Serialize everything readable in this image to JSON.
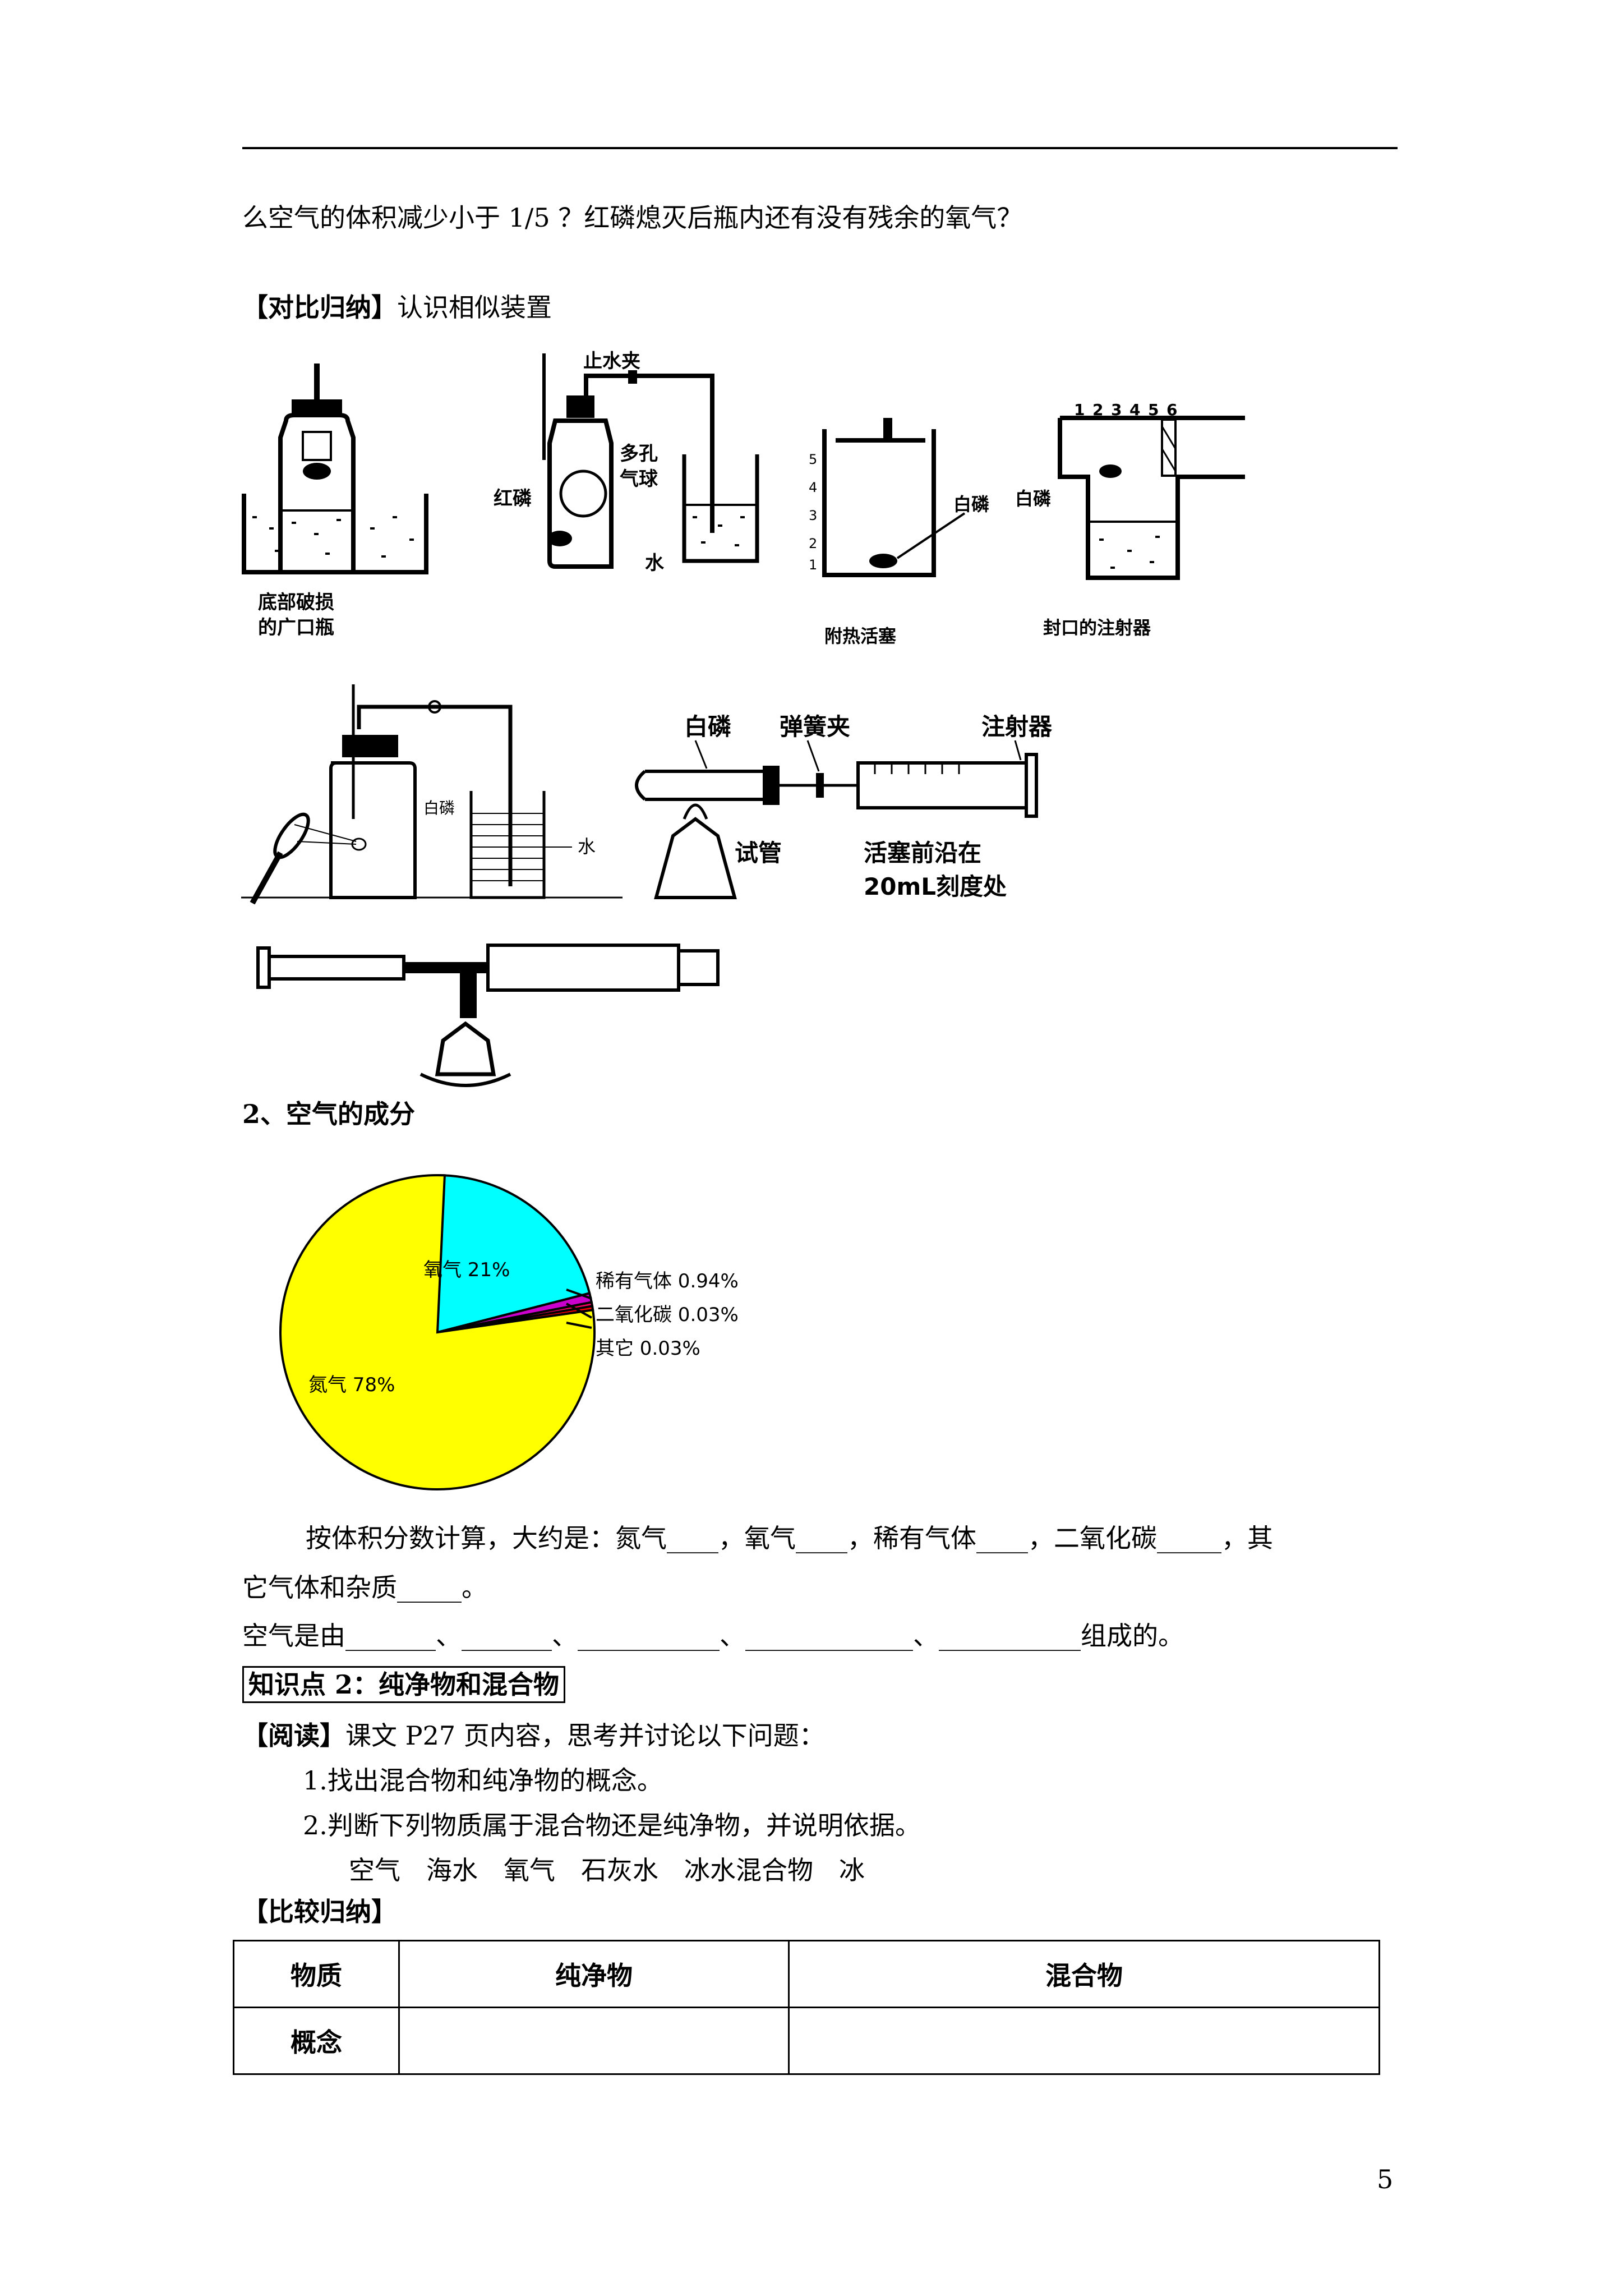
{
  "header_line": true,
  "intro_line": "么空气的体积减少小于 1/5 ？红磷熄灭后瓶内还有没有残余的氧气？",
  "compare_heading": {
    "bracket": "【对比归纳】",
    "text": "认识相似装置"
  },
  "figure_labels": {
    "fig1": "底部破损的广口瓶",
    "fig1_l1": "底部破损",
    "fig1_l2": "的广口瓶",
    "fig2_clamp": "止水夹",
    "fig2_red_p": "红磷",
    "fig2_porous": "多孔",
    "fig2_ball": "气球",
    "fig2_water": "水",
    "fig3_bai": "白磷",
    "fig3_caption": "附热活塞",
    "fig3_ticks": [
      "1",
      "2",
      "3",
      "4",
      "5"
    ],
    "fig4_bai": "白磷",
    "fig4_caption": "封口的注射器",
    "fig4_scale": [
      "1",
      "2",
      "3",
      "4",
      "5",
      "6"
    ],
    "fig5_bai": "白磷",
    "fig5_water": "水",
    "fig6_bai": "白磷",
    "fig6_clip": "弹簧夹",
    "fig6_syringe": "注射器",
    "fig6_tube": "试管",
    "fig6_piston_l1": "活塞前沿在",
    "fig6_piston_l2": "20mL刻度处"
  },
  "section2_title": "2、空气的成分",
  "chart_data": {
    "type": "pie",
    "slices": [
      {
        "label": "氮气 78%",
        "value": 78,
        "color": "#ffff00"
      },
      {
        "label": "氧气 21%",
        "value": 21,
        "color": "#00ffff"
      },
      {
        "label": "稀有气体 0.94%",
        "value": 0.94,
        "color": "#cc00cc"
      },
      {
        "label": "二氧化碳 0.03%",
        "value": 0.03,
        "color": "#ff0066"
      },
      {
        "label": "其它 0.03%",
        "value": 0.03,
        "color": "#ff0000"
      }
    ]
  },
  "fill_line1": "按体积分数计算，大约是：氮气____，氧气____，稀有气体____，二氧化碳_____，其",
  "fill_line2": "它气体和杂质_____。",
  "fill_line3": "空气是由_______、_______、___________、_____________、___________组成的。",
  "knowledge2": "知识点 2：纯净物和混合物",
  "reading": {
    "bracket": "【阅读】",
    "text": "课文 P27 页内容，思考并讨论以下问题："
  },
  "q1": "1.找出混合物和纯净物的概念。",
  "q2": "2.判断下列物质属于混合物还是纯净物，并说明依据。",
  "substances": "空气　海水　氧气　石灰水　冰水混合物　冰",
  "compare2": "【比较归纳】",
  "table": {
    "header": [
      "物质",
      "纯净物",
      "混合物"
    ],
    "row1": [
      "概念",
      "",
      ""
    ]
  },
  "page_number": "5"
}
